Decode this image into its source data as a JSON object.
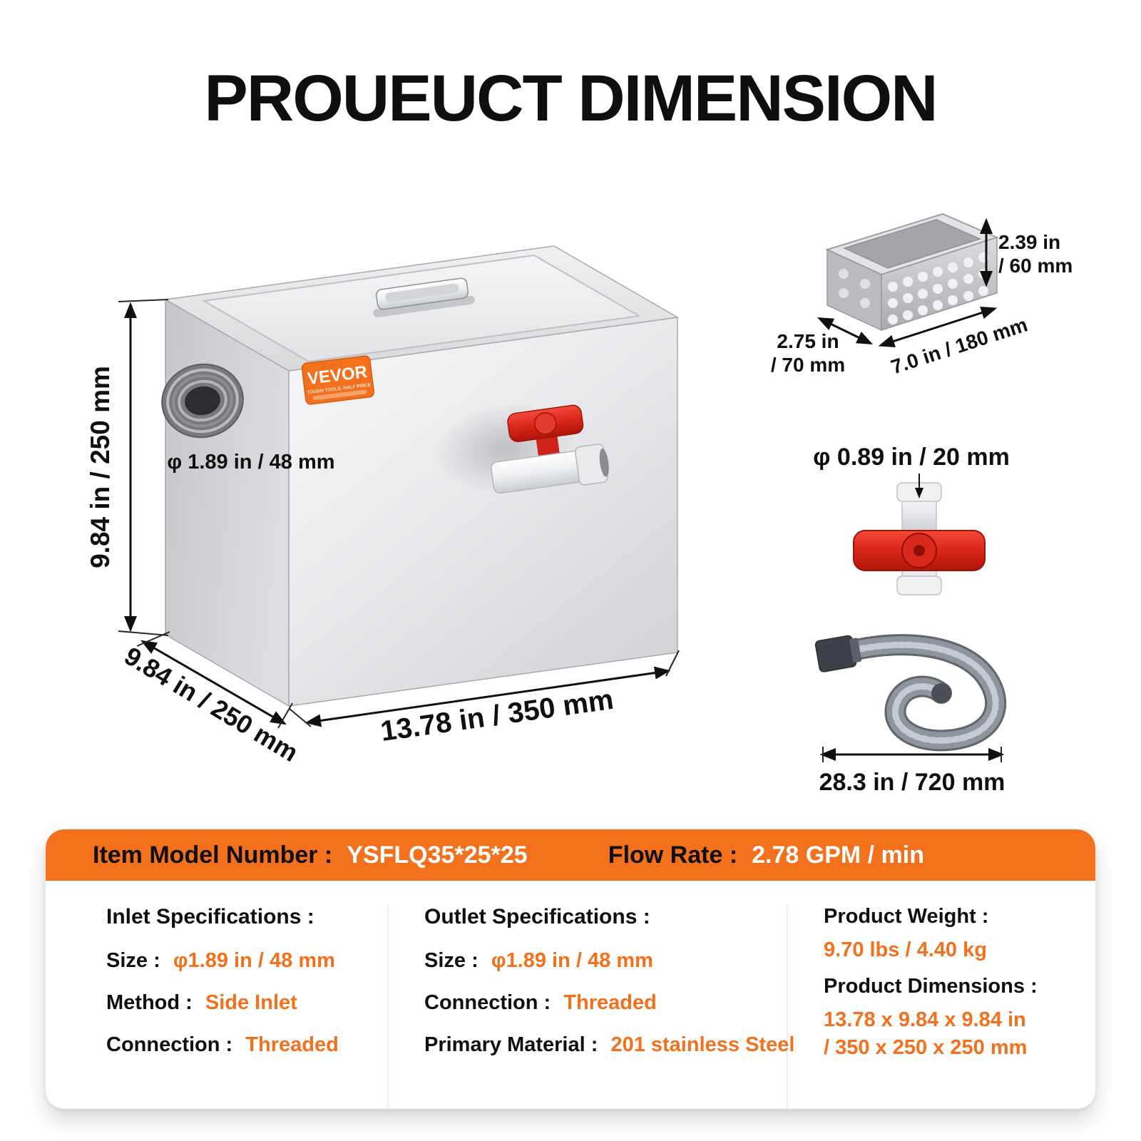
{
  "title": "PROUEUCT DIMENSION",
  "brand": {
    "name": "VEVOR",
    "tagline": "TOUGH TOOLS, HALF PRICE"
  },
  "dimensions": {
    "box_height": "9.84 in / 250 mm",
    "box_depth": "9.84 in / 250 mm",
    "box_width": "13.78 in / 350 mm",
    "inlet_diameter": "φ 1.89 in / 48 mm",
    "basket_height_line1": "2.39 in",
    "basket_height_line2": "/ 60 mm",
    "basket_width_line1": "2.75 in",
    "basket_width_line2": "/ 70 mm",
    "basket_length": "7.0 in / 180 mm",
    "valve_diameter": "φ 0.89 in / 20 mm",
    "hose_length": "28.3 in / 720 mm"
  },
  "specs": {
    "model_label": "Item Model Number :",
    "model_value": "YSFLQ35*25*25",
    "flow_label": "Flow Rate :",
    "flow_value": "2.78 GPM / min",
    "inlet": {
      "title": "Inlet Specifications :",
      "size_label": "Size :",
      "size_value": "φ1.89 in / 48 mm",
      "method_label": "Method :",
      "method_value": "Side Inlet",
      "connection_label": "Connection :",
      "connection_value": "Threaded"
    },
    "outlet": {
      "title": "Outlet Specifications :",
      "size_label": "Size :",
      "size_value": "φ1.89 in / 48 mm",
      "connection_label": "Connection :",
      "connection_value": "Threaded",
      "material_label": "Primary Material :",
      "material_value": "201 stainless Steel"
    },
    "product": {
      "weight_label": "Product Weight :",
      "weight_value": "9.70 lbs / 4.40 kg",
      "dimensions_label": "Product Dimensions :",
      "dimensions_value_line1": "13.78 x 9.84 x 9.84 in",
      "dimensions_value_line2": "/ 350 x 250 x 250 mm"
    }
  },
  "colors": {
    "accent": "#F3701D",
    "text": "#101010",
    "steel_light": "#f2f2f4",
    "steel_dark": "#c7c8cc",
    "valve_red": "#d9261a"
  }
}
